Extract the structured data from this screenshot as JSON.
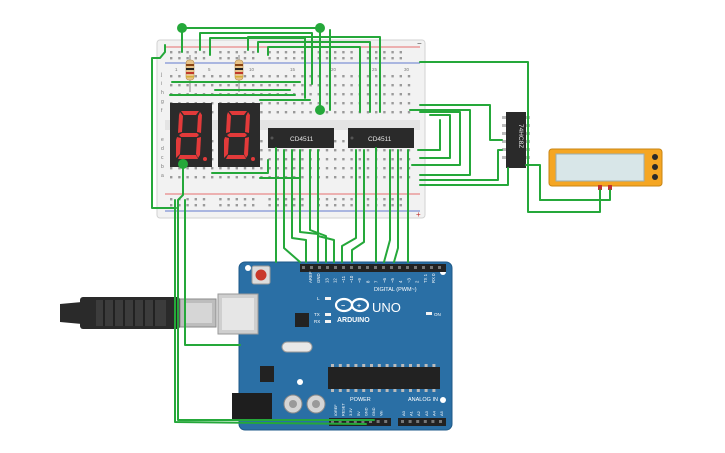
{
  "colors": {
    "breadboard": "#f2f2f2",
    "board_blue": "#2a6fa5",
    "wire_green": "#25a83a",
    "segment_red": "#e23a3a",
    "display_body": "#2b2b2b",
    "lcd_frame": "#f5a623",
    "lcd_screen": "#d8e6e8",
    "chip": "#2a2a2a"
  },
  "chips": {
    "decoder_left_label": "CD4511",
    "decoder_right_label": "CD4511",
    "counter_label": "74HC8Z"
  },
  "displays": {
    "digits": [
      "8",
      "8"
    ]
  },
  "arduino": {
    "logo_text": "ARDUINO",
    "model": "UNO",
    "digital_label": "DIGITAL (PWM~)",
    "power_label": "POWER",
    "analog_label": "ANALOG IN",
    "on_label": "ON",
    "led_labels": [
      "L",
      "TX",
      "RX"
    ],
    "top_pins": [
      "AREF",
      "GND",
      "13",
      "12",
      "~11",
      "~10",
      "~9",
      "8",
      "7",
      "~6",
      "~5",
      "4",
      "~3",
      "2",
      "TX 1",
      "RX 0"
    ],
    "power_pins": [
      "IOREF",
      "RESET",
      "3.3V",
      "5V",
      "GND",
      "GND",
      "Vin"
    ],
    "analog_pins": [
      "A0",
      "A1",
      "A2",
      "A3",
      "A4",
      "A5"
    ]
  },
  "breadboard": {
    "row_letters_top": [
      "j",
      "i",
      "h",
      "g",
      "f"
    ],
    "row_letters_bottom": [
      "e",
      "d",
      "c",
      "b",
      "a"
    ],
    "column_numbers": [
      "1",
      "5",
      "10",
      "15",
      "20",
      "25",
      "30"
    ],
    "rail_plus": "+",
    "rail_minus": "−"
  }
}
